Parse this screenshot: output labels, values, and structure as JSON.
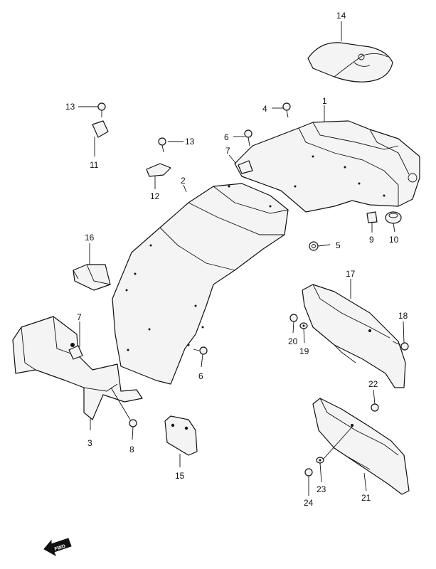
{
  "callouts": {
    "c1": "1",
    "c2": "2",
    "c3": "3",
    "c4": "4",
    "c5": "5",
    "c6a": "6",
    "c6b": "6",
    "c7a": "7",
    "c7b": "7",
    "c8": "8",
    "c9": "9",
    "c10": "10",
    "c11": "11",
    "c12": "12",
    "c13a": "13",
    "c13b": "13",
    "c14": "14",
    "c15": "15",
    "c16": "16",
    "c17": "17",
    "c18": "18",
    "c19": "19",
    "c20": "20",
    "c21": "21",
    "c22": "22",
    "c23": "23",
    "c24": "24"
  },
  "direction_arrow": {
    "label": "FWD"
  }
}
